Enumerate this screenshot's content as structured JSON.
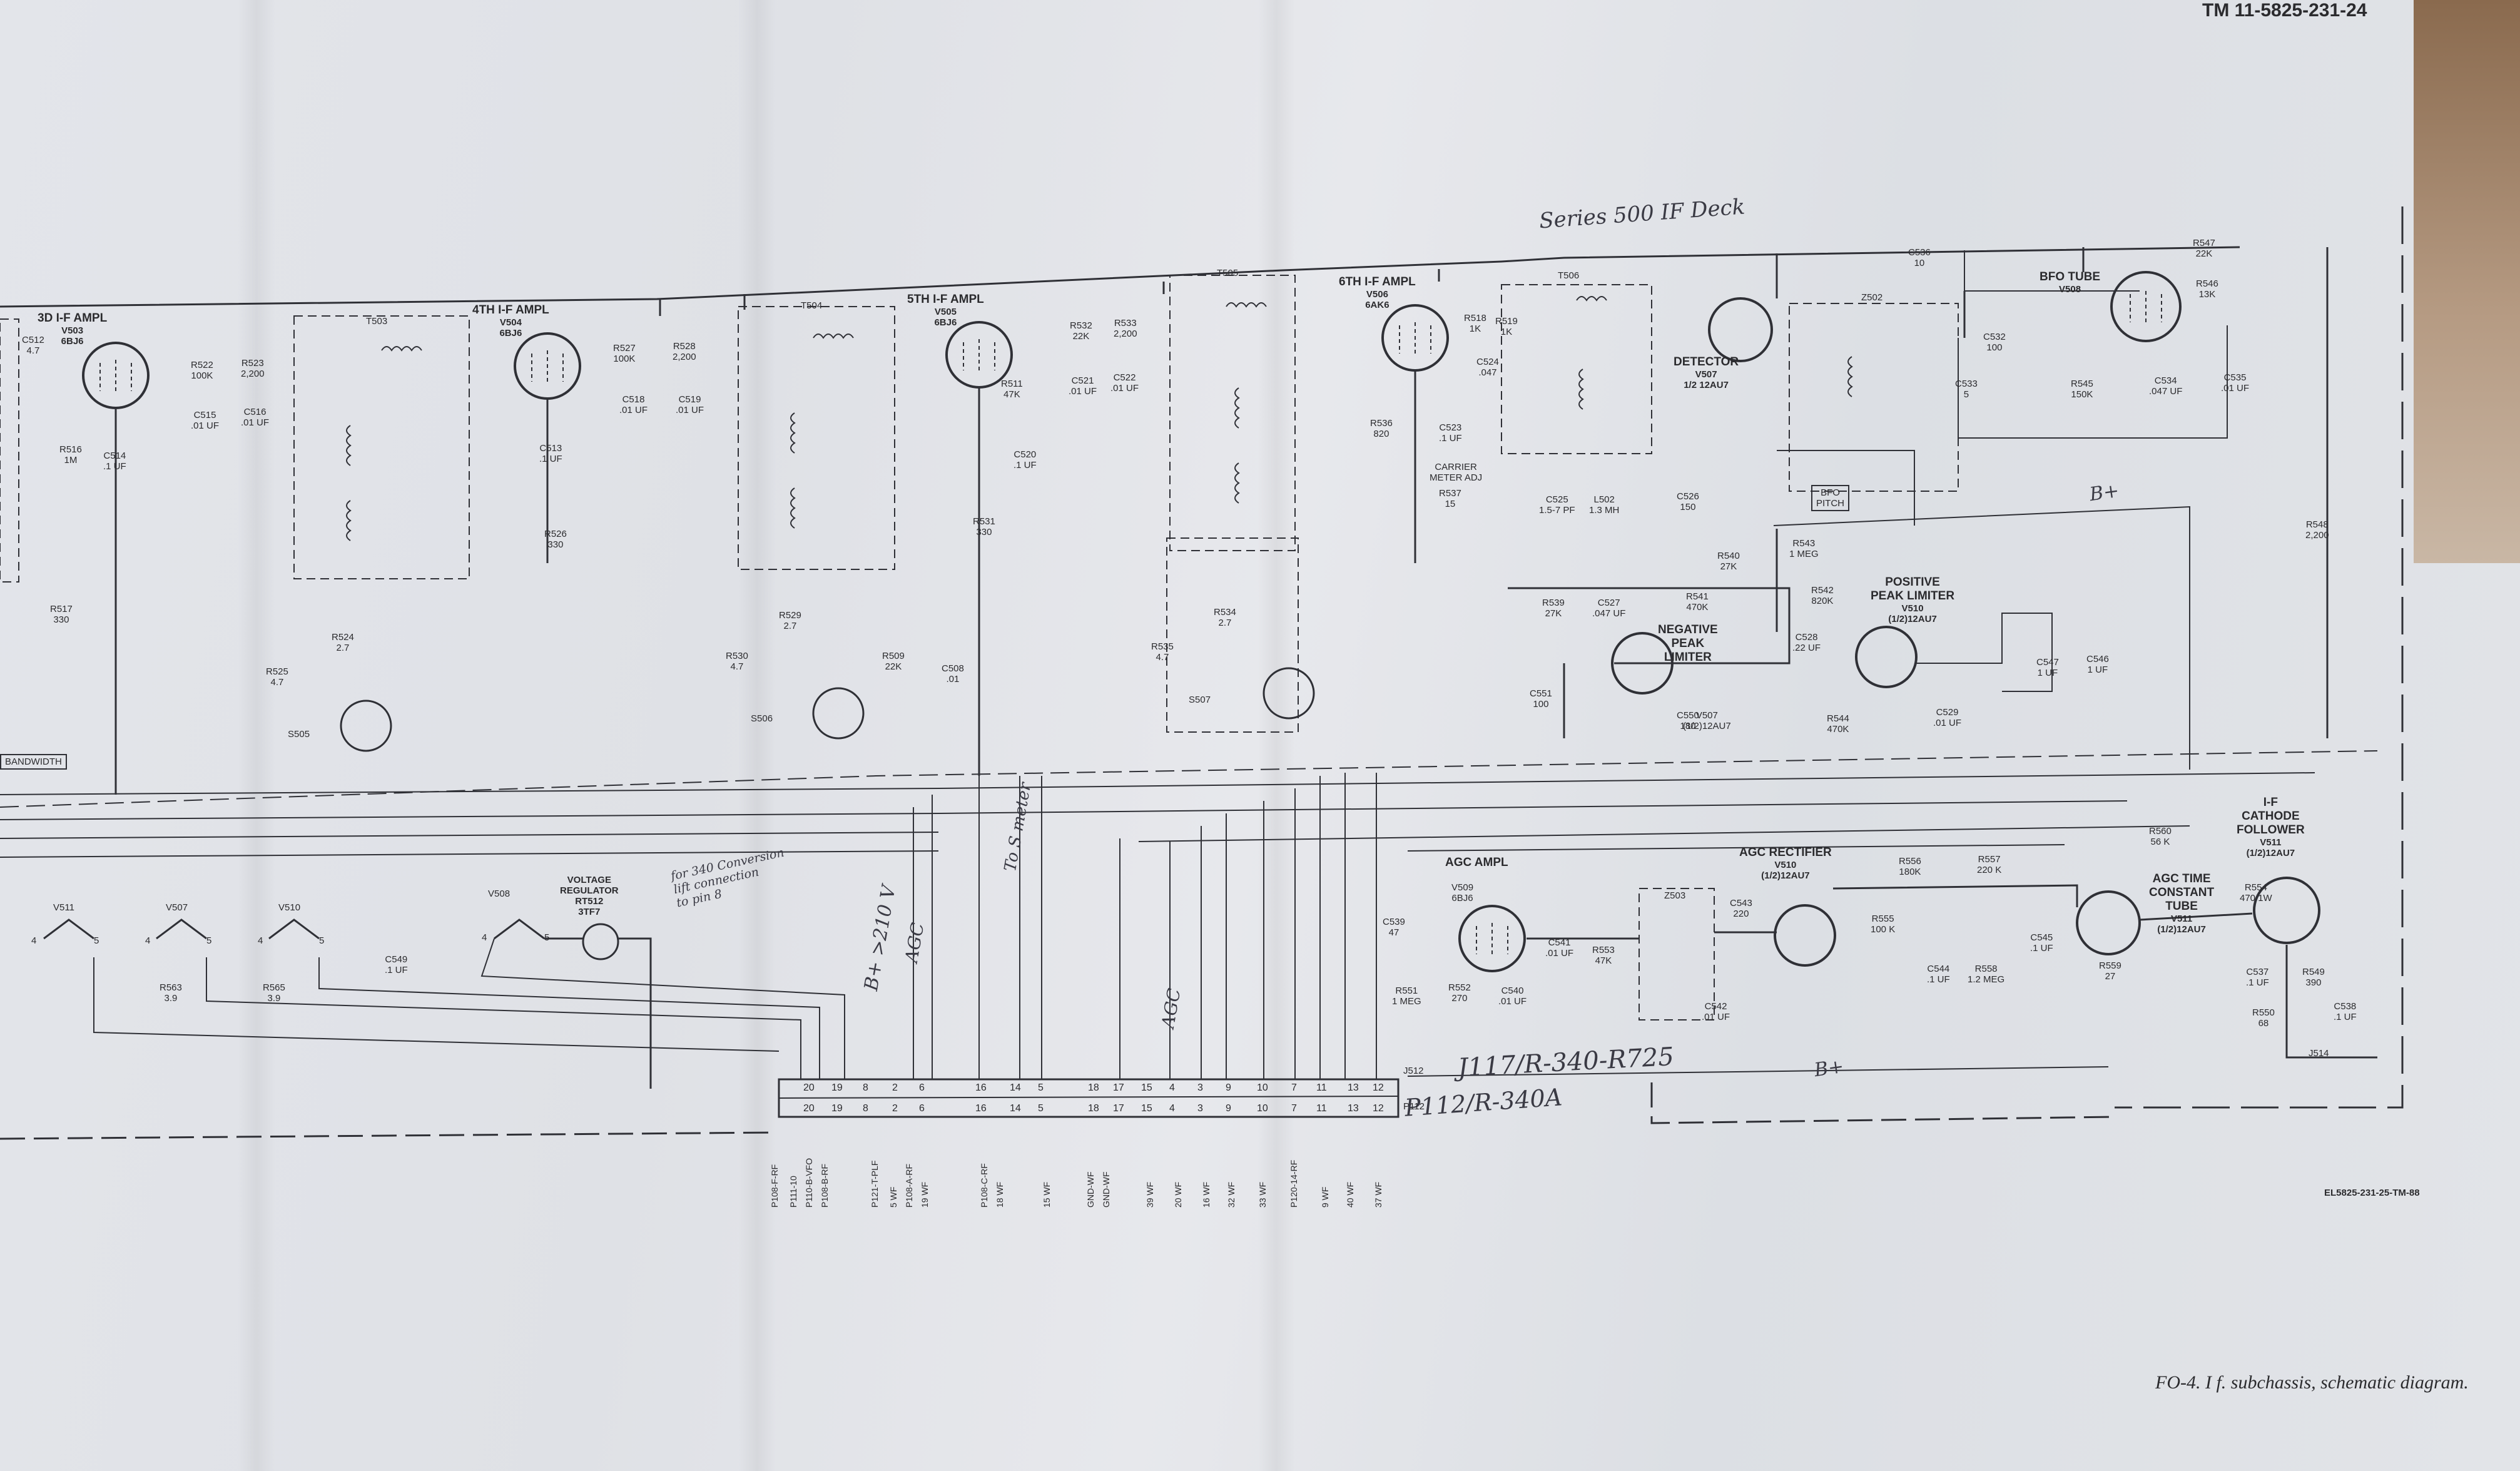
{
  "document": {
    "tm_number": "TM 11-5825-231-24",
    "handwritten_title": "Series 500 IF Deck",
    "caption": "FO-4.  I f. subchassis, schematic diagram.",
    "drawing_number": "EL5825-231-25-TM-88",
    "handwritten_notes": {
      "connector": "J117/R-340-R725",
      "plug": "P112/R-340A",
      "bplus_210": "B+ >210 V",
      "agc1": "AGC",
      "agc2": "AGC",
      "smeter": "To S meter",
      "bplus_top": "B+",
      "bplus_bottom": "B+",
      "conversion": [
        "for 340 Conversion",
        "lift connection",
        "to pin 8"
      ]
    }
  },
  "stages": [
    {
      "id": "v503",
      "label": [
        "3D I-F AMPL",
        "V503",
        "6BJ6"
      ]
    },
    {
      "id": "v504",
      "label": [
        "4TH I-F AMPL",
        "V504",
        "6BJ6"
      ]
    },
    {
      "id": "v505",
      "label": [
        "5TH I-F AMPL",
        "V505",
        "6BJ6"
      ]
    },
    {
      "id": "v506",
      "label": [
        "6TH I-F AMPL",
        "V506",
        "6AK6"
      ]
    },
    {
      "id": "v507_det",
      "label": [
        "DETECTOR",
        "V507",
        "1/2 12AU7"
      ]
    },
    {
      "id": "v508_bfo",
      "label": [
        "BFO TUBE",
        "V508"
      ]
    },
    {
      "id": "v507_neg",
      "label": [
        "NEGATIVE",
        "PEAK",
        "LIMITER",
        "V507",
        "(1/2)12AU7"
      ]
    },
    {
      "id": "v510_pos",
      "label": [
        "POSITIVE",
        "PEAK LIMITER",
        "V510",
        "(1/2)12AU7"
      ]
    },
    {
      "id": "v509_agc",
      "label": [
        "AGC AMPL",
        "V509",
        "6BJ6"
      ]
    },
    {
      "id": "v510_rect",
      "label": [
        "AGC RECTIFIER",
        "V510",
        "(1/2)12AU7"
      ]
    },
    {
      "id": "v511_atc",
      "label": [
        "AGC TIME",
        "CONSTANT",
        "TUBE",
        "V511",
        "(1/2)12AU7"
      ]
    },
    {
      "id": "v511_cf",
      "label": [
        "I-F",
        "CATHODE",
        "FOLLOWER",
        "V511",
        "(1/2)12AU7"
      ]
    }
  ],
  "transformers": [
    "T503",
    "T504",
    "T505",
    "T506",
    "Z502",
    "Z503"
  ],
  "switches": [
    "S505",
    "S506",
    "S507"
  ],
  "misc_labels": {
    "bandwidth": "BANDWIDTH",
    "carrier_meter": [
      "CARRIER",
      "METER ADJ"
    ],
    "bfo_pitch": [
      "BFO",
      "PITCH"
    ],
    "voltage_regulator": [
      "VOLTAGE",
      "REGULATOR",
      "RT512",
      "3TF7"
    ],
    "j512": "J512",
    "p112": "P112",
    "j514": "J514"
  },
  "components": [
    {
      "ref": "C512",
      "val": "4.7"
    },
    {
      "ref": "R516",
      "val": "1M"
    },
    {
      "ref": "C514",
      "val": ".1 UF"
    },
    {
      "ref": "R522",
      "val": "100K"
    },
    {
      "ref": "R523",
      "val": "2,200"
    },
    {
      "ref": "C515",
      "val": ".01 UF"
    },
    {
      "ref": "C516",
      "val": ".01 UF"
    },
    {
      "ref": "R517",
      "val": "330"
    },
    {
      "ref": "R524",
      "val": "2.7"
    },
    {
      "ref": "R525",
      "val": "4.7"
    },
    {
      "ref": "R527",
      "val": "100K"
    },
    {
      "ref": "R528",
      "val": "2,200"
    },
    {
      "ref": "C518",
      "val": ".01 UF"
    },
    {
      "ref": "C519",
      "val": ".01 UF"
    },
    {
      "ref": "C513",
      "val": ".1 UF"
    },
    {
      "ref": "R526",
      "val": "330"
    },
    {
      "ref": "R529",
      "val": "2.7"
    },
    {
      "ref": "R530",
      "val": "4.7"
    },
    {
      "ref": "R511",
      "val": "47K"
    },
    {
      "ref": "R532",
      "val": "22K"
    },
    {
      "ref": "R533",
      "val": "2,200"
    },
    {
      "ref": "C521",
      "val": ".01 UF"
    },
    {
      "ref": "C522",
      "val": ".01 UF"
    },
    {
      "ref": "C520",
      "val": ".1 UF"
    },
    {
      "ref": "R531",
      "val": "330"
    },
    {
      "ref": "R509",
      "val": "22K"
    },
    {
      "ref": "C508",
      "val": ".01"
    },
    {
      "ref": "R534",
      "val": "2.7"
    },
    {
      "ref": "R535",
      "val": "4.7"
    },
    {
      "ref": "R518",
      "val": "1K"
    },
    {
      "ref": "R519",
      "val": "1K"
    },
    {
      "ref": "C524",
      "val": ".047"
    },
    {
      "ref": "R536",
      "val": "820"
    },
    {
      "ref": "C523",
      "val": ".1 UF"
    },
    {
      "ref": "R537",
      "val": "15"
    },
    {
      "ref": "C525",
      "val": "1.5-7 PF"
    },
    {
      "ref": "L502",
      "val": "1.3 MH"
    },
    {
      "ref": "C526",
      "val": "150"
    },
    {
      "ref": "R540",
      "val": "27K"
    },
    {
      "ref": "R543",
      "val": "1 MEG"
    },
    {
      "ref": "R539",
      "val": "27K"
    },
    {
      "ref": "C527",
      "val": ".047 UF"
    },
    {
      "ref": "R541",
      "val": "470K"
    },
    {
      "ref": "R542",
      "val": "820K"
    },
    {
      "ref": "C528",
      "val": ".22 UF"
    },
    {
      "ref": "C551",
      "val": "100"
    },
    {
      "ref": "C550",
      "val": "180"
    },
    {
      "ref": "R544",
      "val": "470K"
    },
    {
      "ref": "C529",
      "val": ".01 UF"
    },
    {
      "ref": "C547",
      "val": "1 UF"
    },
    {
      "ref": "C546",
      "val": "1 UF"
    },
    {
      "ref": "C536",
      "val": "10"
    },
    {
      "ref": "C532",
      "val": "100"
    },
    {
      "ref": "C533",
      "val": "5"
    },
    {
      "ref": "R545",
      "val": "150K"
    },
    {
      "ref": "R547",
      "val": "22K"
    },
    {
      "ref": "R546",
      "val": "13K"
    },
    {
      "ref": "C534",
      "val": ".047 UF"
    },
    {
      "ref": "C535",
      "val": ".01 UF"
    },
    {
      "ref": "R548",
      "val": "2,200"
    },
    {
      "ref": "R560",
      "val": "56 K"
    },
    {
      "ref": "C539",
      "val": "47"
    },
    {
      "ref": "R551",
      "val": "1 MEG"
    },
    {
      "ref": "R552",
      "val": "270"
    },
    {
      "ref": "C540",
      "val": ".01 UF"
    },
    {
      "ref": "C541",
      "val": ".01 UF"
    },
    {
      "ref": "R553",
      "val": "47K"
    },
    {
      "ref": "C542",
      "val": ".01 UF"
    },
    {
      "ref": "C543",
      "val": "220"
    },
    {
      "ref": "R555",
      "val": "100 K"
    },
    {
      "ref": "R556",
      "val": "180K"
    },
    {
      "ref": "R557",
      "val": "220 K"
    },
    {
      "ref": "C544",
      "val": ".1 UF"
    },
    {
      "ref": "R558",
      "val": "1.2 MEG"
    },
    {
      "ref": "C545",
      "val": ".1 UF"
    },
    {
      "ref": "R559",
      "val": "27"
    },
    {
      "ref": "R554",
      "val": "470 1W"
    },
    {
      "ref": "C537",
      "val": ".1 UF"
    },
    {
      "ref": "R549",
      "val": "390"
    },
    {
      "ref": "R550",
      "val": "68"
    },
    {
      "ref": "C538",
      "val": ".1 UF"
    },
    {
      "ref": "C549",
      "val": ".1 UF"
    },
    {
      "ref": "R563",
      "val": "3.9"
    },
    {
      "ref": "R565",
      "val": "3.9"
    }
  ],
  "filaments": [
    {
      "tube": "V511",
      "pins": [
        "4",
        "5"
      ]
    },
    {
      "tube": "V507",
      "pins": [
        "4",
        "5"
      ]
    },
    {
      "tube": "V510",
      "pins": [
        "4",
        "5"
      ]
    },
    {
      "tube": "V508",
      "pins": [
        "4",
        "5"
      ]
    }
  ],
  "connector_pins": {
    "top": [
      "20",
      "19",
      "8",
      "2",
      "6",
      "16",
      "14",
      "5",
      "18",
      "17",
      "15",
      "4",
      "3",
      "9",
      "10",
      "7",
      "11",
      "13",
      "12"
    ],
    "bottom": [
      "20",
      "19",
      "8",
      "2",
      "6",
      "16",
      "14",
      "5",
      "18",
      "17",
      "15",
      "4",
      "3",
      "9",
      "10",
      "7",
      "11",
      "13",
      "12"
    ],
    "wire_labels": [
      "P108-F-RF",
      "P111-10",
      "P110-B-VFO",
      "P108-B-RF",
      "P121-T-PLF",
      "5 WF",
      "P108-A-RF",
      "19 WF",
      "P108-C-RF",
      "18 WF",
      "15 WF",
      "GND-WF",
      "GND-WF",
      "39 WF",
      "20 WF",
      "16 WF",
      "32 WF",
      "33 WF",
      "P120-14-RF",
      "9 WF",
      "40 WF",
      "37 WF"
    ]
  }
}
